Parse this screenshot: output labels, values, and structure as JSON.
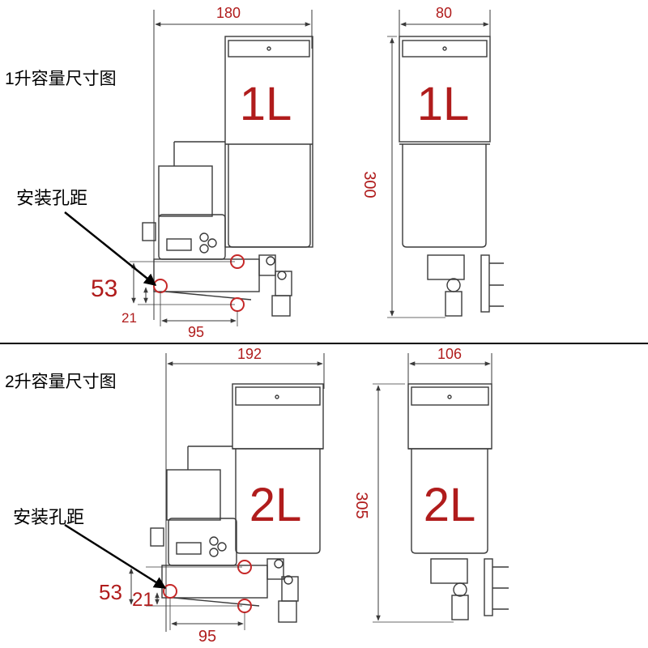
{
  "panels": [
    {
      "section_title": "1升容量尺寸图",
      "hole_label": "安装孔距",
      "capacity_label": "1L",
      "front_width": "180",
      "side_width": "80",
      "height": "300",
      "hole_vertical": "53",
      "hole_offset": "21",
      "hole_horizontal": "95"
    },
    {
      "section_title": "2升容量尺寸图",
      "hole_label": "安装孔距",
      "capacity_label": "2L",
      "front_width": "192",
      "side_width": "106",
      "height": "305",
      "hole_vertical": "53",
      "hole_offset": "21",
      "hole_horizontal": "95"
    }
  ],
  "colors": {
    "line": "#3a3a3a",
    "dimension_text": "#b01c1c",
    "capacity_text": "#b01c1c",
    "marker_ring": "#c62828",
    "divider": "#000000"
  }
}
